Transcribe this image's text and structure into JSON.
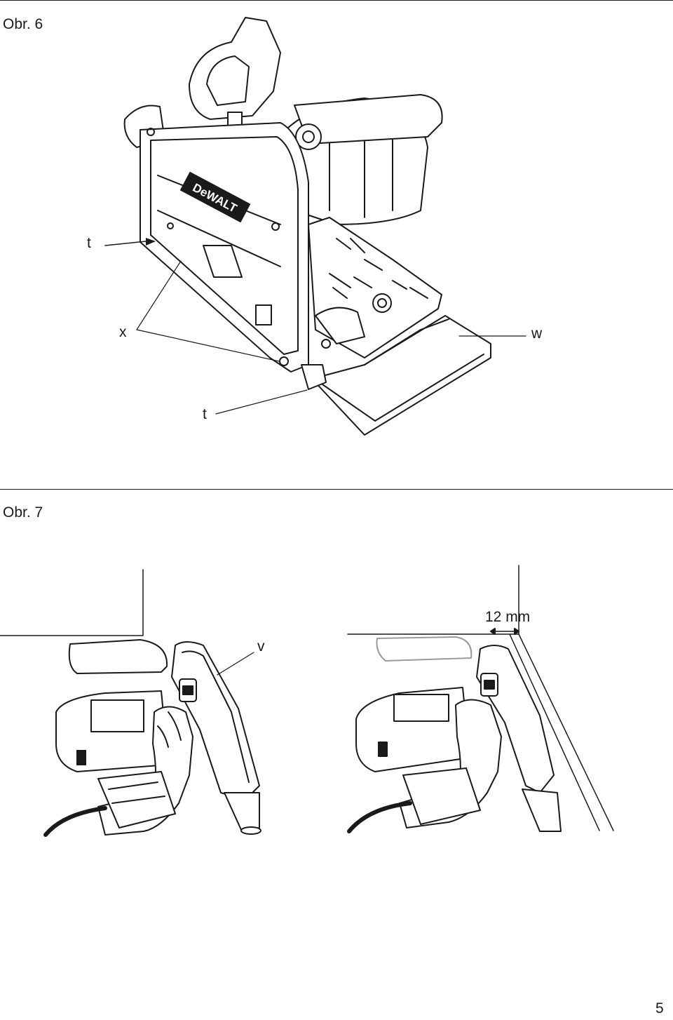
{
  "figures": [
    {
      "title": "Obr. 6",
      "callouts": {
        "t_top": "t",
        "x": "x",
        "w": "w",
        "t_bottom": "t"
      },
      "brand_logo": "DeWALT"
    },
    {
      "title": "Obr. 7",
      "callouts": {
        "v": "v",
        "measure": "12 mm"
      }
    }
  ],
  "page_number": "5"
}
